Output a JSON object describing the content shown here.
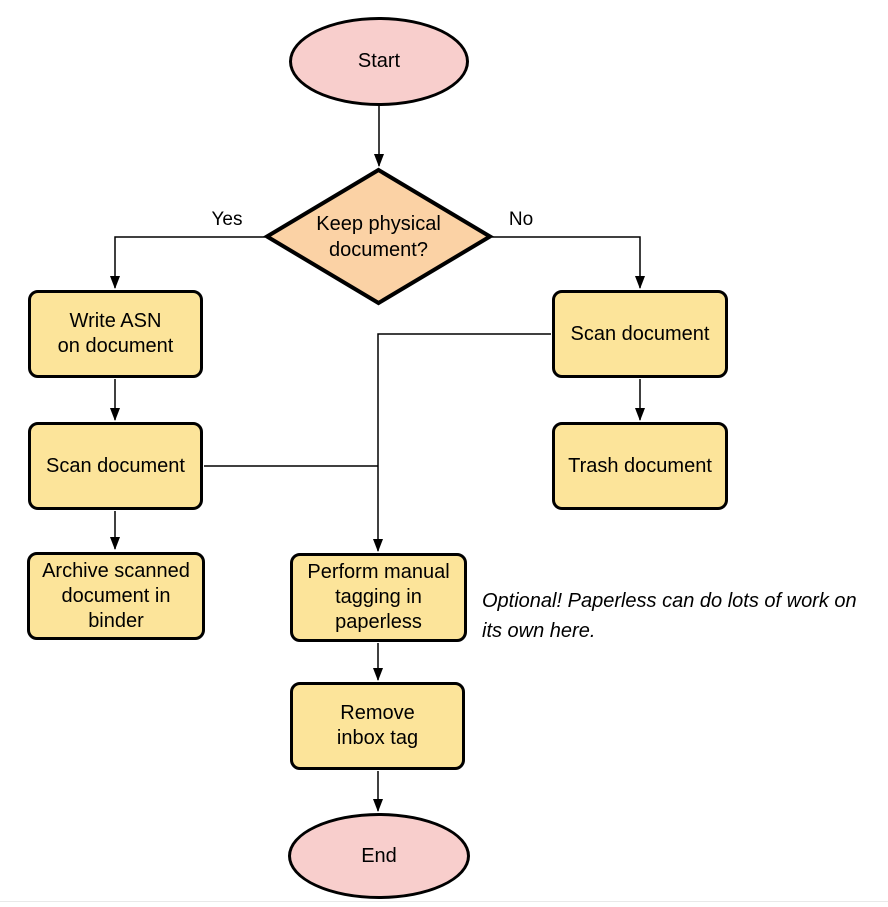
{
  "nodes": {
    "start": {
      "label": "Start",
      "type": "terminator"
    },
    "decision": {
      "label": "Keep physical\ndocument?",
      "type": "decision"
    },
    "write_asn": {
      "label": "Write ASN\non document",
      "type": "process"
    },
    "scan_left": {
      "label": "Scan document",
      "type": "process"
    },
    "archive": {
      "label": "Archive scanned\ndocument in\nbinder",
      "type": "process"
    },
    "scan_right": {
      "label": "Scan document",
      "type": "process"
    },
    "trash": {
      "label": "Trash document",
      "type": "process"
    },
    "tagging": {
      "label": "Perform manual\ntagging in\npaperless",
      "type": "process"
    },
    "remove_inbox": {
      "label": "Remove\ninbox tag",
      "type": "process"
    },
    "end": {
      "label": "End",
      "type": "terminator"
    }
  },
  "edge_labels": {
    "yes": "Yes",
    "no": "No"
  },
  "annotation": {
    "text": "Optional! Paperless can do lots of work on\nits own here."
  },
  "colors": {
    "terminator_fill": "#f8cecc",
    "decision_fill": "#fbd2a5",
    "process_fill": "#fce49a",
    "stroke": "#000000",
    "bottom_hairline": "#e9e9e9"
  }
}
